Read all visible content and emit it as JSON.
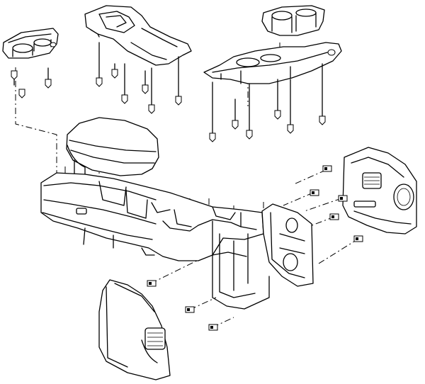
{
  "diagram": {
    "type": "exploded-view line drawing",
    "colors": {
      "ink": "#000000",
      "paper": "#ffffff"
    },
    "parts": [
      "left-cup-holder-insert",
      "shifter-trim-bezel",
      "right-cup-holder-insert",
      "cup-holder-trim-plate",
      "armrest-lid",
      "floor-console-body",
      "console-rear-bracket",
      "right-side-trim-panel",
      "left-side-trim-panel",
      "retainer-clips",
      "push-pin-fasteners"
    ]
  }
}
